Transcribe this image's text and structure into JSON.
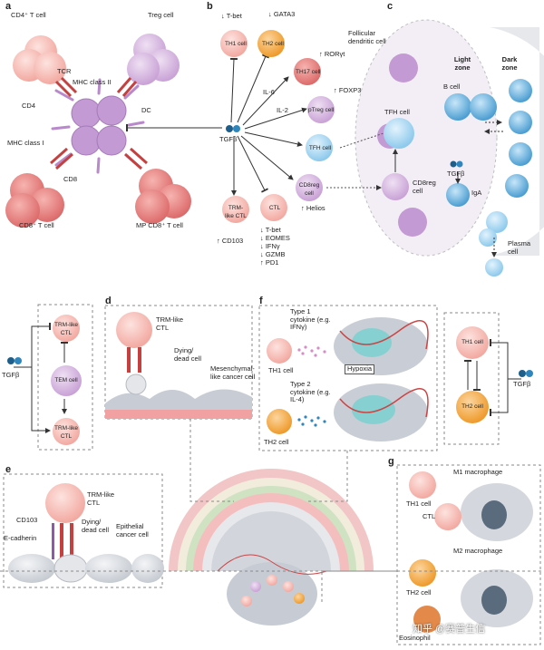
{
  "panels": {
    "a": "a",
    "b": "b",
    "c": "c",
    "d": "d",
    "e": "e",
    "f": "f",
    "g": "g"
  },
  "panel_a": {
    "cd4_t": "CD4⁺ T cell",
    "treg": "Treg cell",
    "tcr": "TCR",
    "mhc2": "MHC class II",
    "cd4": "CD4",
    "dc": "DC",
    "mhc1": "MHC class I",
    "cd8": "CD8",
    "cd8_t": "CD8⁺ T cell",
    "mp_cd8": "MP CD8⁺ T cell"
  },
  "panel_b": {
    "tgfb": "TGFβ",
    "tbet_down": "↓ T-bet",
    "th1": "TH1 cell",
    "gata3_down": "↓ GATA3",
    "th2": "TH2 cell",
    "rorgt_up": "↑ RORγt",
    "th17": "TH17 cell",
    "il6": "IL-6",
    "foxp3_up": "↑ FOXP3",
    "il2": "IL-2",
    "ptreg": "pTreg cell",
    "tfh": "TFH cell",
    "cd8reg": "CD8reg cell",
    "helios_up": "↑ Helios",
    "trm_ctl": "TRM-like CTL",
    "cd103_up": "↑ CD103",
    "ctl": "CTL",
    "ctl_changes": [
      "↓ T-bet",
      "↓ EOMES",
      "↓ IFNγ",
      "↓ GZMB",
      "↑ PD1"
    ]
  },
  "panel_c": {
    "fdc": "Follicular dendritic cell",
    "light": "Light zone",
    "dark": "Dark zone",
    "bcell": "B cell",
    "tfh": "TFH cell",
    "tgfb": "TGFβ",
    "cd8reg": "CD8reg cell",
    "iga": "IgA",
    "plasma": "Plasma cell"
  },
  "panel_left": {
    "tgfb": "TGFβ",
    "trm_top": "TRM-like CTL",
    "tem": "TEM cell",
    "trm_bottom": "TRM-like CTL"
  },
  "panel_d": {
    "trm": "TRM-like CTL",
    "dying": "Dying/ dead cell",
    "mesen": "Mesenchymal- like cancer cell"
  },
  "panel_e": {
    "trm": "TRM-like CTL",
    "cd103": "CD103",
    "ecad": "E-cadherin",
    "dying": "Dying/ dead cell",
    "epi": "Epithelial cancer cell"
  },
  "panel_f": {
    "type1": "Type 1 cytokine (e.g. IFNγ)",
    "th1": "TH1 cell",
    "hypoxia": "Hypoxia",
    "type2": "Type 2 cytokine (e.g. IL-4)",
    "th2": "TH2 cell"
  },
  "panel_right": {
    "th1": "TH1 cell",
    "th2": "TH2 cell",
    "tgfb": "TGFβ"
  },
  "panel_g": {
    "m1": "M1 macrophage",
    "th1": "TH1 cell",
    "ctl": "CTL",
    "m2": "M2 macrophage",
    "th2": "TH2 cell",
    "eos": "Eosinophil",
    "watermark": "知乎 @赛普生信"
  },
  "colors": {
    "cd4": "#f4b6ae",
    "treg": "#d4b2dc",
    "dc": "#c7a3d6",
    "cd8": "#e07a7a",
    "th2": "#f3a33a",
    "th17": "#e04e4e",
    "tfh": "#a9d9f2",
    "bcell": "#5aa9d8",
    "tgfb": "#1d5f8a"
  }
}
